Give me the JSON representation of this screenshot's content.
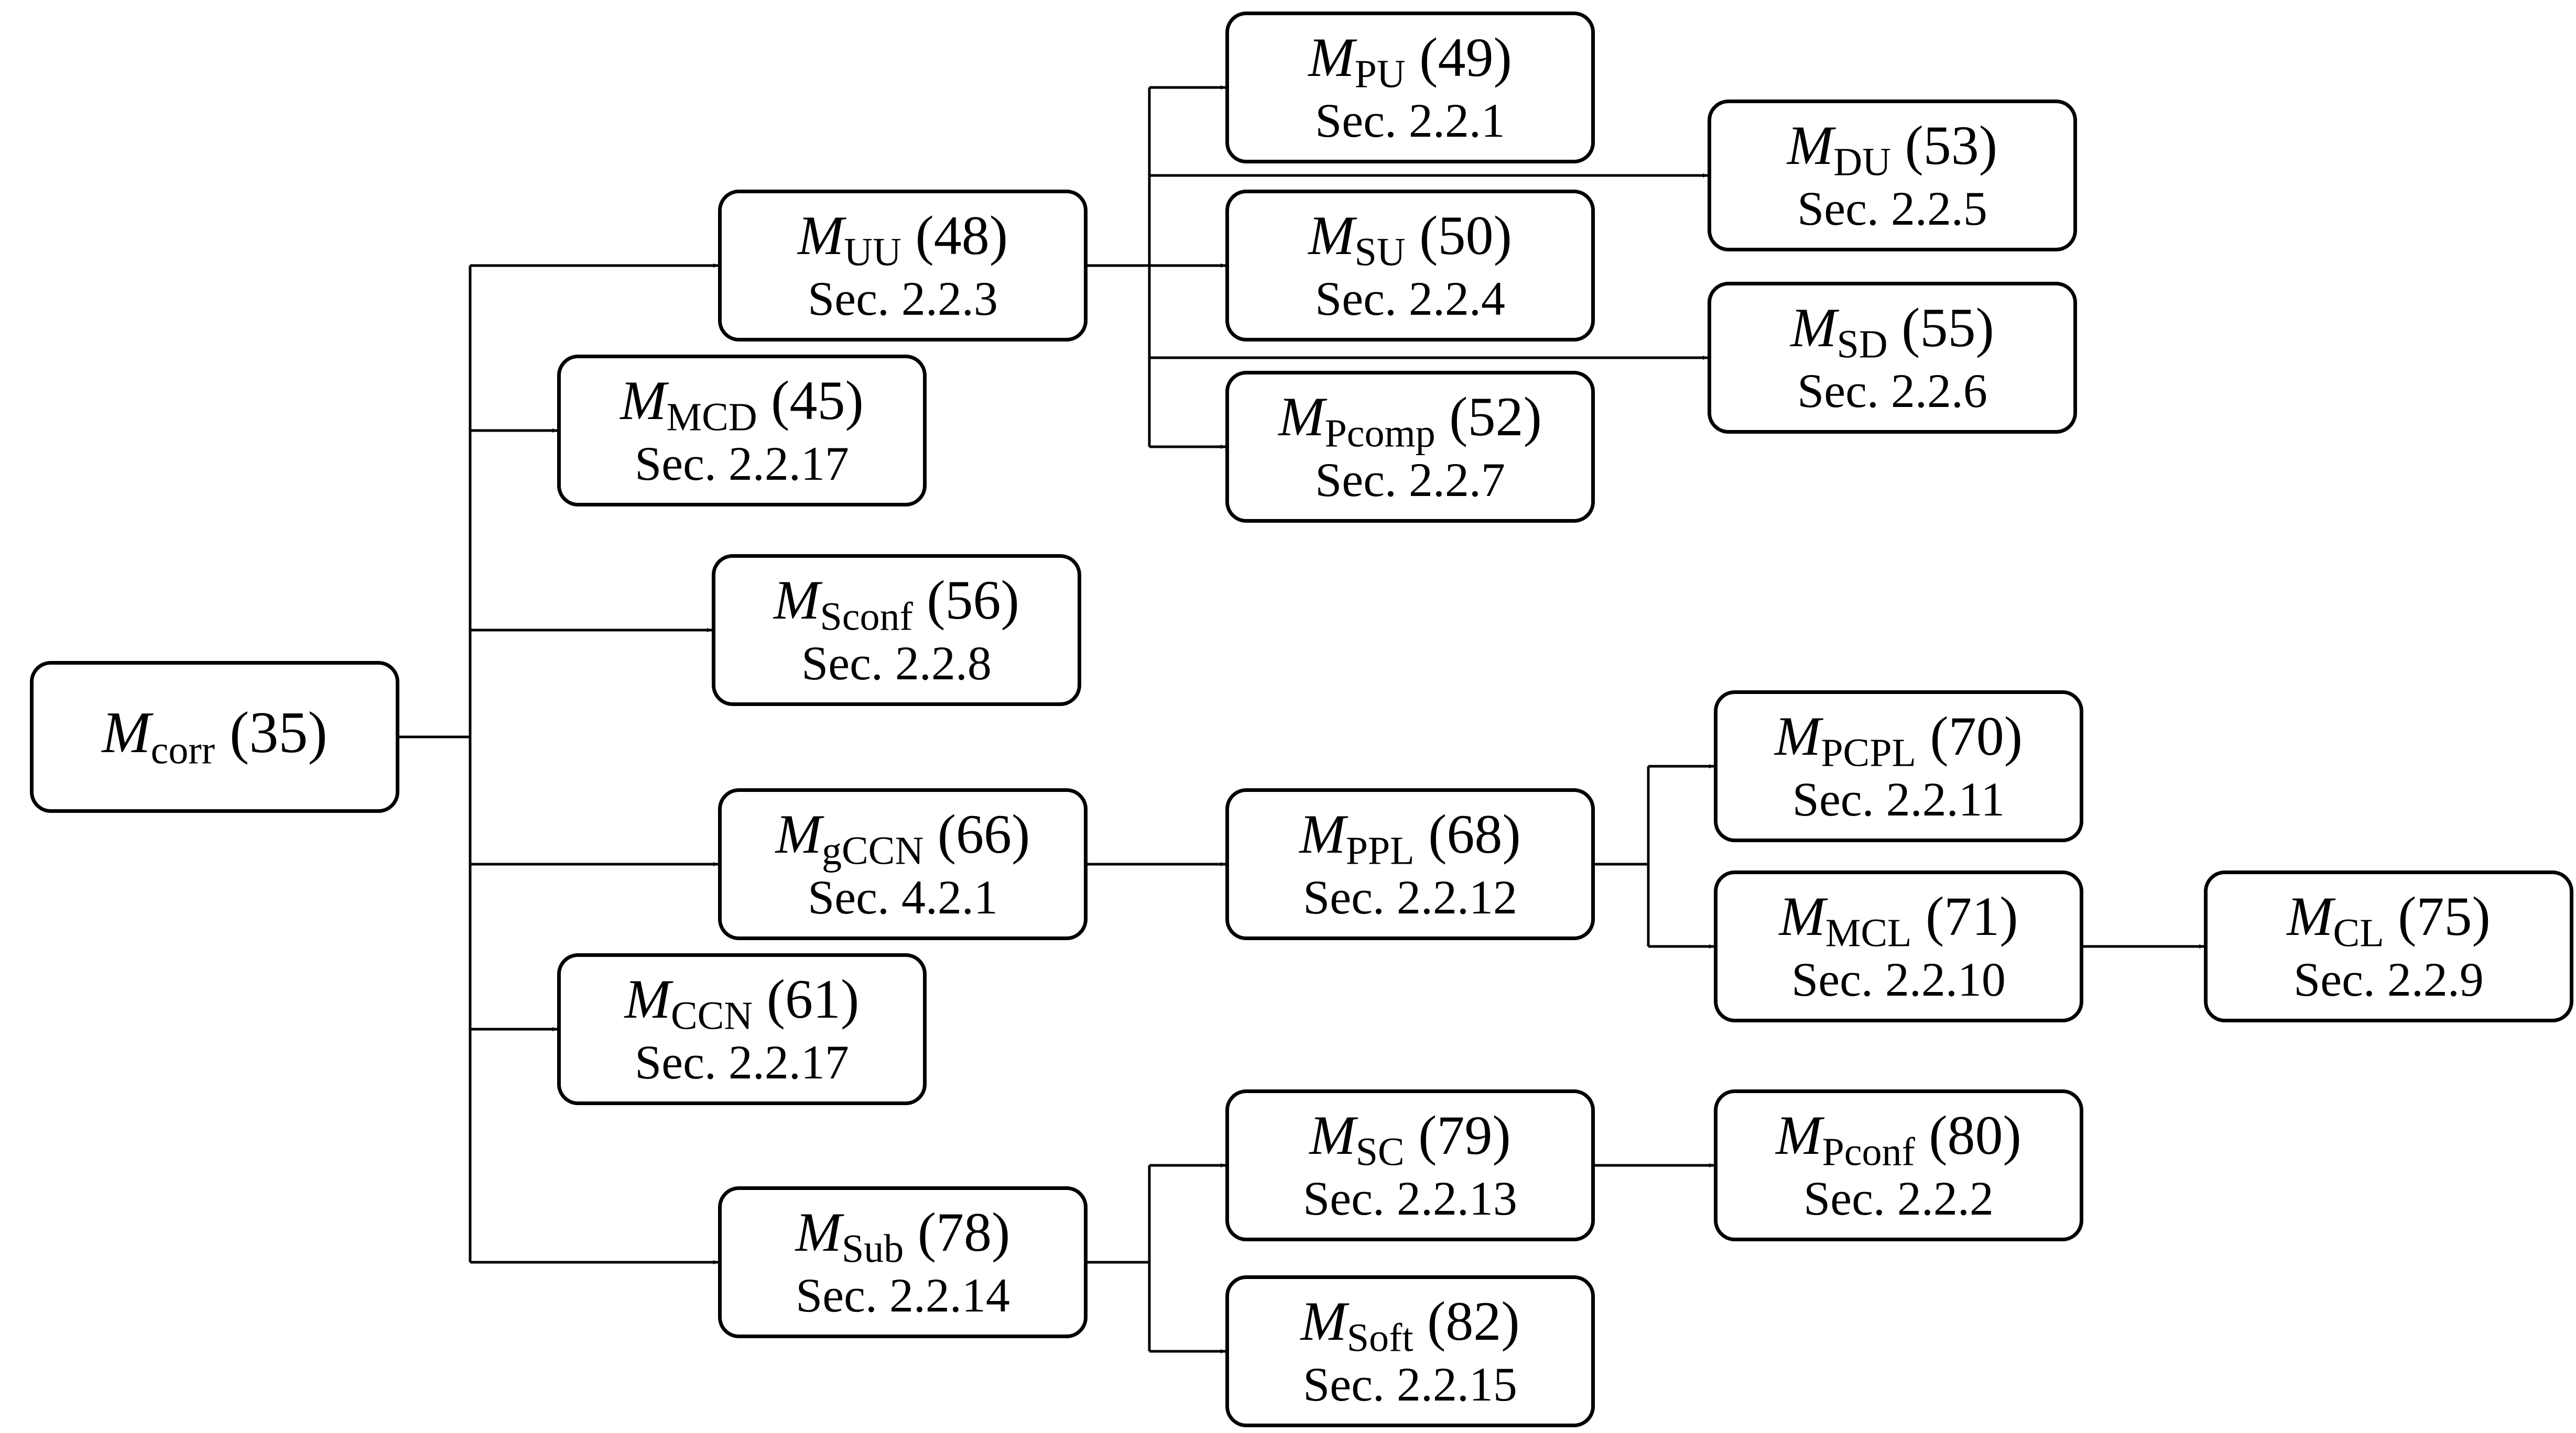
{
  "nodes": {
    "root": {
      "symbol": "M",
      "subscript": "corr",
      "number": "(35)",
      "section": ""
    },
    "uu": {
      "symbol": "M",
      "subscript": "UU",
      "number": "(48)",
      "section": "Sec. 2.2.3"
    },
    "mcd": {
      "symbol": "M",
      "subscript": "MCD",
      "number": "(45)",
      "section": "Sec. 2.2.17"
    },
    "sconf": {
      "symbol": "M",
      "subscript": "Sconf",
      "number": "(56)",
      "section": "Sec. 2.2.8"
    },
    "gccn": {
      "symbol": "M",
      "subscript": "gCCN",
      "number": "(66)",
      "section": "Sec. 4.2.1"
    },
    "ccn": {
      "symbol": "M",
      "subscript": "CCN",
      "number": "(61)",
      "section": "Sec. 2.2.17"
    },
    "sub": {
      "symbol": "M",
      "subscript": "Sub",
      "number": "(78)",
      "section": "Sec. 2.2.14"
    },
    "pu": {
      "symbol": "M",
      "subscript": "PU",
      "number": "(49)",
      "section": "Sec. 2.2.1"
    },
    "su": {
      "symbol": "M",
      "subscript": "SU",
      "number": "(50)",
      "section": "Sec. 2.2.4"
    },
    "pcomp": {
      "symbol": "M",
      "subscript": "Pcomp",
      "number": "(52)",
      "section": "Sec. 2.2.7"
    },
    "du": {
      "symbol": "M",
      "subscript": "DU",
      "number": "(53)",
      "section": "Sec. 2.2.5"
    },
    "sd": {
      "symbol": "M",
      "subscript": "SD",
      "number": "(55)",
      "section": "Sec. 2.2.6"
    },
    "ppl": {
      "symbol": "M",
      "subscript": "PPL",
      "number": "(68)",
      "section": "Sec. 2.2.12"
    },
    "pcpl": {
      "symbol": "M",
      "subscript": "PCPL",
      "number": "(70)",
      "section": "Sec. 2.2.11"
    },
    "mcl": {
      "symbol": "M",
      "subscript": "MCL",
      "number": "(71)",
      "section": "Sec. 2.2.10"
    },
    "cl": {
      "symbol": "M",
      "subscript": "CL",
      "number": "(75)",
      "section": "Sec. 2.2.9"
    },
    "sc": {
      "symbol": "M",
      "subscript": "SC",
      "number": "(79)",
      "section": "Sec. 2.2.13"
    },
    "soft": {
      "symbol": "M",
      "subscript": "Soft",
      "number": "(82)",
      "section": "Sec. 2.2.15"
    },
    "pconf": {
      "symbol": "M",
      "subscript": "Pconf",
      "number": "(80)",
      "section": "Sec. 2.2.2"
    }
  },
  "edges": [
    {
      "from": "root",
      "to": "uu"
    },
    {
      "from": "root",
      "to": "mcd"
    },
    {
      "from": "root",
      "to": "sconf"
    },
    {
      "from": "root",
      "to": "gccn"
    },
    {
      "from": "root",
      "to": "ccn"
    },
    {
      "from": "root",
      "to": "sub"
    },
    {
      "from": "uu",
      "to": "pu"
    },
    {
      "from": "uu",
      "to": "du"
    },
    {
      "from": "uu",
      "to": "su"
    },
    {
      "from": "uu",
      "to": "sd"
    },
    {
      "from": "uu",
      "to": "pcomp"
    },
    {
      "from": "gccn",
      "to": "ppl"
    },
    {
      "from": "ppl",
      "to": "pcpl"
    },
    {
      "from": "ppl",
      "to": "mcl"
    },
    {
      "from": "mcl",
      "to": "cl"
    },
    {
      "from": "sub",
      "to": "sc"
    },
    {
      "from": "sub",
      "to": "soft"
    },
    {
      "from": "sc",
      "to": "pconf"
    }
  ],
  "colors": {
    "stroke": "#000000",
    "background": "#ffffff"
  }
}
